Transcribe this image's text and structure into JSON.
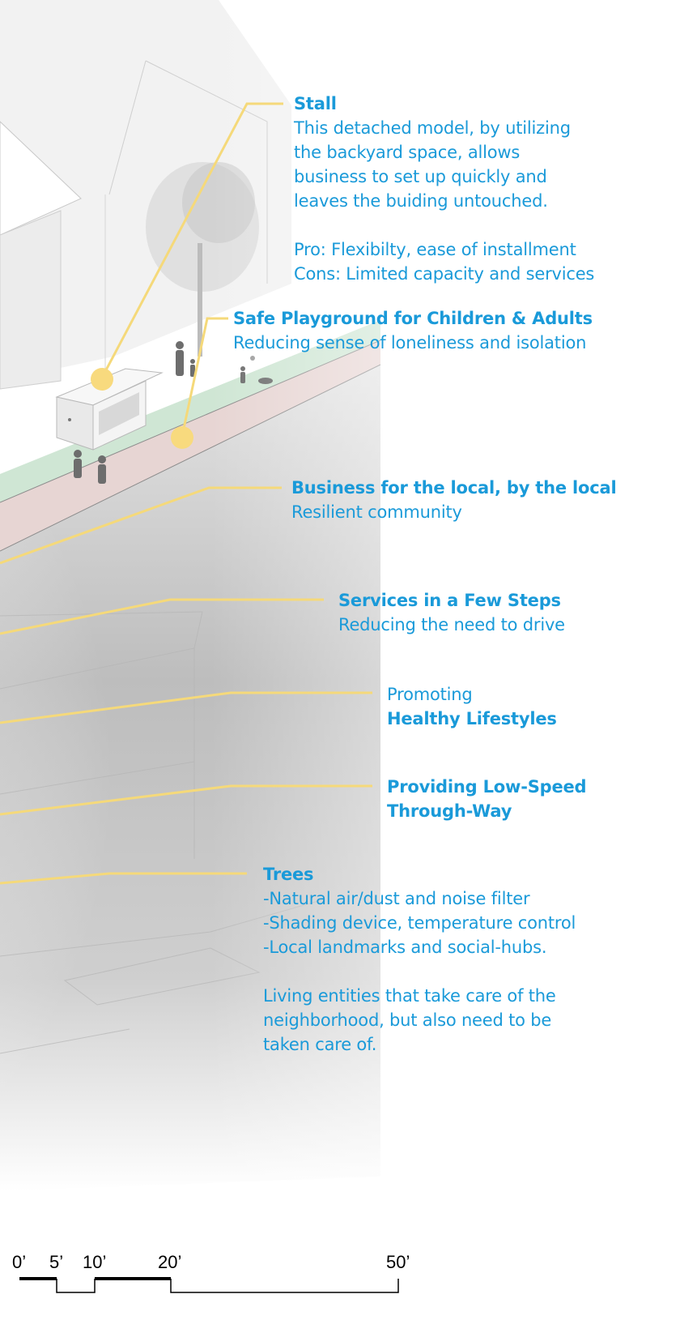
{
  "annotations": {
    "stall": {
      "title": "Stall",
      "lines": [
        "This detached model, by utilizing",
        "the backyard space, allows",
        "business to set up quickly and",
        "leaves the buiding untouched."
      ],
      "pro": "Pro: Flexibilty, ease of installment",
      "cons": "Cons: Limited capacity and services"
    },
    "playground": {
      "title": "Safe Playground for Children & Adults",
      "subtitle": "Reducing sense of loneliness and isolation"
    },
    "business": {
      "title": "Business for the local, by the local",
      "subtitle": "Resilient community"
    },
    "services": {
      "title": "Services in a Few Steps",
      "subtitle": "Reducing the need to drive"
    },
    "healthy": {
      "prefix": "Promoting",
      "title": "Healthy Lifestyles"
    },
    "lowspeed": {
      "title_line1": "Providing Low-Speed",
      "title_line2": "Through-Way"
    },
    "trees": {
      "title": "Trees",
      "bullets": [
        "Natural air/dust and noise filter",
        "Shading device, temperature control",
        "Local landmarks and social-hubs."
      ],
      "closing": [
        "Living entities that take care of the",
        "neighborhood, but also need to be",
        "taken care of."
      ]
    }
  },
  "scale_bar": {
    "labels": [
      "0’",
      "5’",
      "10’",
      "20’",
      "50’"
    ]
  },
  "colors": {
    "annotation_text": "#1a9ad9",
    "leader_line": "#f5d97a",
    "green_strip": "#cfe6d4",
    "pink_path": "#e7d5d3"
  }
}
